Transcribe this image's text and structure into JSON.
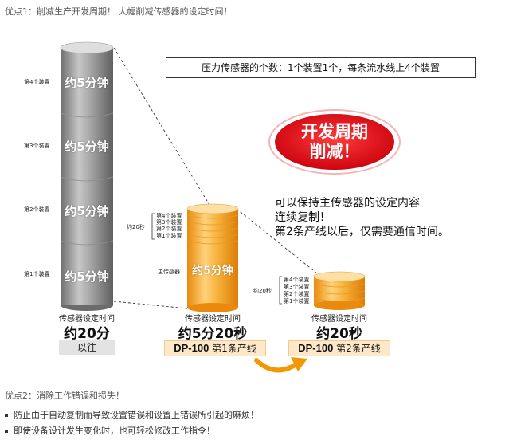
{
  "heading1": "优点1：削减生产开发周期！ 大幅削减传感器的设定时间！",
  "infobox": "压力传感器的个数：1个装置1个，每条流水线上4个装置",
  "promo": {
    "line1": "开发周期",
    "line2": "削减！"
  },
  "description": [
    "可以保持主传感器的设定内容",
    "连续复制！",
    "第2条产线以后，仅需要通信时间。"
  ],
  "past": {
    "segments": [
      {
        "device": "第4个装置",
        "time": "约5分钟"
      },
      {
        "device": "第3个装置",
        "time": "约5分钟"
      },
      {
        "device": "第2个装置",
        "time": "约5分钟"
      },
      {
        "device": "第1个装置",
        "time": "约5分钟"
      }
    ],
    "caption": "传感器设定时间",
    "total": "约20分",
    "badge": "以往"
  },
  "line1": {
    "stack_devices": [
      "第4个装置",
      "第3个装置",
      "第2个装置",
      "第1个装置"
    ],
    "stack_time": "约20秒",
    "master_label": "主传感器",
    "master_time": "约5分钟",
    "caption": "传感器设定时间",
    "total": "约5分20秒",
    "badge_model": "DP-100",
    "badge_line": "第1条产线"
  },
  "line2": {
    "stack_devices": [
      "第4个装置",
      "第3个装置",
      "第2个装置",
      "第1个装置"
    ],
    "stack_time": "约20秒",
    "caption": "传感器设定时间",
    "total": "约20秒",
    "badge_model": "DP-100",
    "badge_line": "第2条产线"
  },
  "heading2": "优点2：消除工作错误和损失！",
  "bullets": [
    "防止由于自动复制而导致设置错误和设置上错误所引起的麻烦！",
    "即使设备设计发生变化时，也可轻松修改工作指令！"
  ],
  "colors": {
    "gray_top": "#d9d9d9",
    "gray_mid": "#8c8c8c",
    "orange_mid": "#f4a21d",
    "promo_red": "#e60012",
    "arrow": "#f39800"
  }
}
